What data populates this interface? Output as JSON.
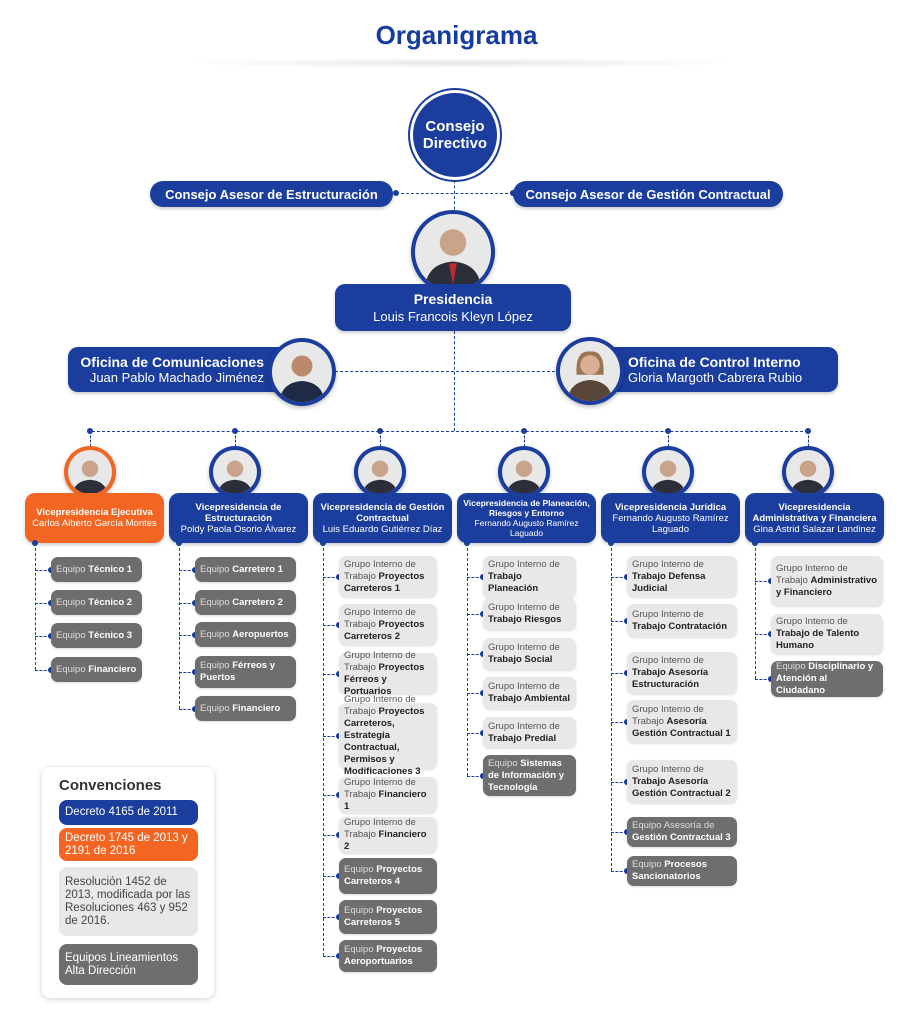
{
  "title": "Organigrama",
  "consejo_directivo": "Consejo Directivo",
  "asesor_left": "Consejo Asesor de Estructuración",
  "asesor_right": "Consejo Asesor de Gestión Contractual",
  "presidencia": {
    "title": "Presidencia",
    "name": "Louis Francois Kleyn López"
  },
  "comunicaciones": {
    "title": "Oficina de Comunicaciones",
    "name": "Juan Pablo Machado Jiménez"
  },
  "control": {
    "title": "Oficina de Control Interno",
    "name": "Gloria Margoth Cabrera Rubio"
  },
  "colors": {
    "blue": "#1a3d9e",
    "orange": "#f26522",
    "dark": "#6e6e6e",
    "light": "#e8e8e8"
  },
  "vps": [
    {
      "title": "Vicepresidencia Ejecutiva",
      "name": "Carlos Alberto García Montes",
      "color": "orange",
      "items": [
        {
          "pre": "Equipo ",
          "bold": "Técnico 1",
          "type": "dark"
        },
        {
          "pre": "Equipo ",
          "bold": "Técnico 2",
          "type": "dark"
        },
        {
          "pre": "Equipo ",
          "bold": "Técnico 3",
          "type": "dark"
        },
        {
          "pre": "Equipo ",
          "bold": "Financiero",
          "type": "dark"
        }
      ]
    },
    {
      "title": "Vicepresidencia de Estructuración",
      "name": "Poldy Paola Osorio Álvarez",
      "color": "blue",
      "items": [
        {
          "pre": "Equipo ",
          "bold": "Carretero 1",
          "type": "dark"
        },
        {
          "pre": "Equipo ",
          "bold": "Carretero 2",
          "type": "dark"
        },
        {
          "pre": "Equipo ",
          "bold": "Aeropuertos",
          "type": "dark"
        },
        {
          "pre": "Equipo ",
          "bold": "Férreos y Puertos",
          "type": "dark"
        },
        {
          "pre": "Equipo ",
          "bold": "Financiero",
          "type": "dark"
        }
      ]
    },
    {
      "title": "Vicepresidencia de Gestión Contractual",
      "name": "Luis Eduardo Gutiérrez Díaz",
      "color": "blue",
      "items": [
        {
          "pre": "Grupo Interno de Trabajo ",
          "bold": "Proyectos Carreteros 1",
          "type": "light"
        },
        {
          "pre": "Grupo Interno de Trabajo ",
          "bold": "Proyectos Carreteros 2",
          "type": "light"
        },
        {
          "pre": "Grupo Interno de Trabajo ",
          "bold": "Proyectos Férreos y Portuarios",
          "type": "light"
        },
        {
          "pre": "Grupo Interno de Trabajo ",
          "bold": "Proyectos Carreteros, Estrategia Contractual, Permisos y Modificaciones 3",
          "type": "light"
        },
        {
          "pre": "Grupo Interno de Trabajo ",
          "bold": "Financiero 1",
          "type": "light"
        },
        {
          "pre": "Grupo Interno de Trabajo ",
          "bold": "Financiero 2",
          "type": "light"
        },
        {
          "pre": "Equipo ",
          "bold": "Proyectos Carreteros 4",
          "type": "dark"
        },
        {
          "pre": "Equipo ",
          "bold": "Proyectos Carreteros 5",
          "type": "dark"
        },
        {
          "pre": "Equipo ",
          "bold": "Proyectos Aeroportuarios",
          "type": "dark"
        }
      ]
    },
    {
      "title": "Vicepresidencia de Planeación, Riesgos y Entorno",
      "name": "Fernando Augusto Ramírez Laguado",
      "color": "blue",
      "items": [
        {
          "pre": "Grupo Interno de ",
          "bold": "Trabajo Planeación",
          "type": "light"
        },
        {
          "pre": "Grupo Interno de ",
          "bold": "Trabajo Riesgos",
          "type": "light"
        },
        {
          "pre": "Grupo Interno de ",
          "bold": "Trabajo Social",
          "type": "light"
        },
        {
          "pre": "Grupo Interno de ",
          "bold": "Trabajo Ambiental",
          "type": "light"
        },
        {
          "pre": "Grupo Interno de ",
          "bold": "Trabajo Predial",
          "type": "light"
        },
        {
          "pre": "Equipo ",
          "bold": "Sistemas de Información y Tecnología",
          "type": "dark"
        }
      ]
    },
    {
      "title": "Vicepresidencia Jurídica",
      "name": "Fernando Augusto Ramírez Laguado",
      "color": "blue",
      "items": [
        {
          "pre": "Grupo Interno de ",
          "bold": "Trabajo Defensa Judicial",
          "type": "light"
        },
        {
          "pre": "Grupo Interno de ",
          "bold": "Trabajo Contratación",
          "type": "light"
        },
        {
          "pre": "Grupo Interno de ",
          "bold": "Trabajo Asesoría Estructuración",
          "type": "light"
        },
        {
          "pre": "Grupo Interno de Trabajo ",
          "bold": "Asesoría Gestión Contractual 1",
          "type": "light"
        },
        {
          "pre": "Grupo Interno de ",
          "bold": "Trabajo Asesoría Gestión Contractual 2",
          "type": "light"
        },
        {
          "pre": "Equipo Asesoría de ",
          "bold": "Gestión Contractual 3",
          "type": "dark"
        },
        {
          "pre": "Equipo ",
          "bold": "Procesos Sancionatorios",
          "type": "dark"
        }
      ]
    },
    {
      "title": "Vicepresidencia Administrativa y Financiera",
      "name": "Gina Astrid Salazar Landinez",
      "color": "blue",
      "items": [
        {
          "pre": "Grupo Interno de Trabajo ",
          "bold": "Administrativo y Financiero",
          "type": "light"
        },
        {
          "pre": "Grupo Interno de ",
          "bold": "Trabajo de Talento Humano",
          "type": "light"
        },
        {
          "pre": "Equipo ",
          "bold": "Disciplinario y Atención al Ciudadano",
          "type": "dark"
        }
      ]
    }
  ],
  "convenciones": {
    "title": "Convenciones",
    "items": [
      {
        "label": "Decreto 4165 de 2011",
        "type": "blue"
      },
      {
        "label": "Decreto 1745 de 2013 y 2191 de 2016",
        "type": "orange"
      },
      {
        "label": "Resolución 1452 de 2013, modificada por las Resoluciones 463 y 952 de 2016.",
        "type": "light"
      },
      {
        "label": "Equipos Lineamientos Alta Dirección",
        "type": "dark"
      }
    ]
  }
}
